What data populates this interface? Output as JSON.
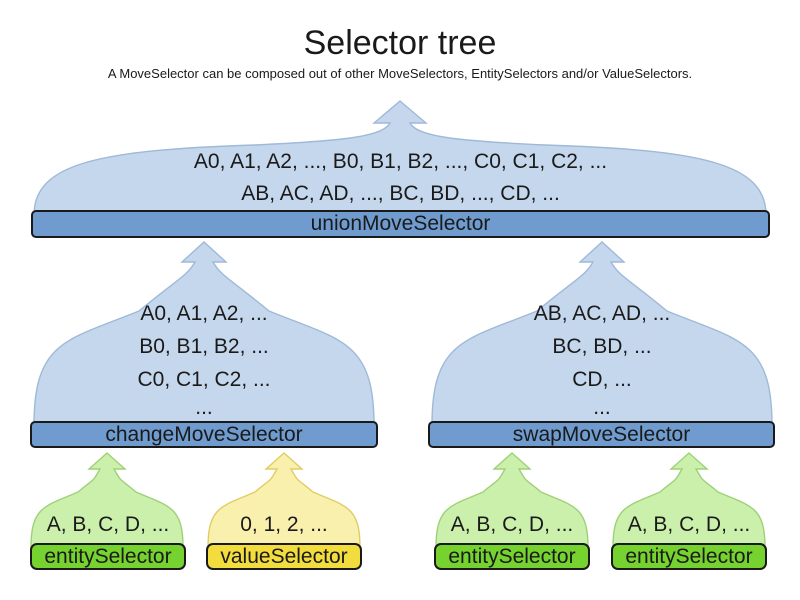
{
  "header": {
    "title": "Selector tree",
    "subtitle": "A MoveSelector can be composed out of other MoveSelectors, EntitySelectors and/or ValueSelectors."
  },
  "palette": {
    "blue_plume_fill": "#c5d7ec",
    "blue_plume_stroke": "#9fb9d8",
    "blue_bar_fill": "#6f9bcf",
    "green_plume_fill": "#cbf0ab",
    "green_plume_stroke": "#9ed177",
    "green_bar_fill": "#76d22f",
    "yellow_plume_fill": "#f9f0ae",
    "yellow_plume_stroke": "#e0cd62",
    "yellow_bar_fill": "#f2dc3e",
    "bar_border": "#1a1a1a",
    "text": "#1a1a1a"
  },
  "nodes": {
    "union": {
      "label": "unionMoveSelector",
      "lines": [
        "A0, A1, A2, ..., B0, B1, B2, ..., C0, C1, C2, ...",
        "AB, AC, AD, ..., BC, BD, ..., CD, ..."
      ]
    },
    "change": {
      "label": "changeMoveSelector",
      "lines": [
        "A0, A1, A2, ...",
        "B0, B1, B2, ...",
        "C0, C1, C2, ...",
        "..."
      ]
    },
    "swap": {
      "label": "swapMoveSelector",
      "lines": [
        "AB, AC, AD, ...",
        "BC, BD, ...",
        "CD, ...",
        "..."
      ]
    },
    "entity1": {
      "label": "entitySelector",
      "lines": [
        "A, B, C, D, ..."
      ]
    },
    "value1": {
      "label": "valueSelector",
      "lines": [
        "0, 1, 2, ..."
      ]
    },
    "entity2": {
      "label": "entitySelector",
      "lines": [
        "A, B, C, D, ..."
      ]
    },
    "entity3": {
      "label": "entitySelector",
      "lines": [
        "A, B, C, D, ..."
      ]
    }
  }
}
